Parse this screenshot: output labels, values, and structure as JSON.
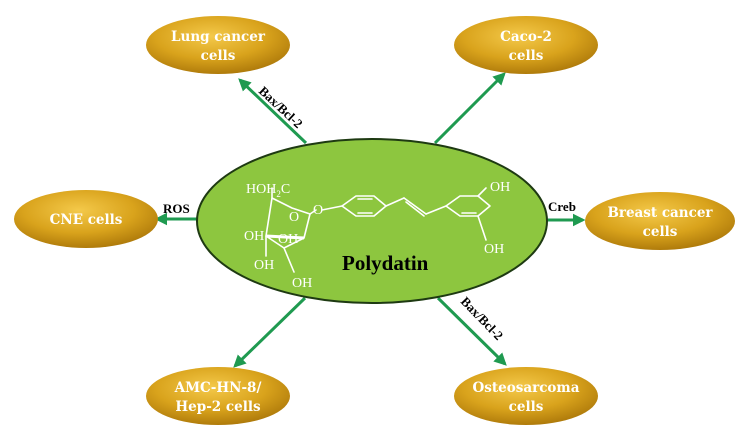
{
  "colors": {
    "node_fill": "#c89010",
    "node_highlight": "#f2c340",
    "center_fill": "#8dc63f",
    "arrow": "#1f9a50"
  },
  "center": {
    "label": "Polydatin",
    "chem_labels": {
      "ch2": "HOH",
      "sub2": "2",
      "c": "C",
      "o_ring": "O",
      "o_link": "O",
      "oh1": "OH",
      "oh2": "OH",
      "oh3": "OH",
      "oh4": "OH",
      "oh5": "OH"
    }
  },
  "nodes": {
    "lung": [
      "Lung cancer",
      "cells"
    ],
    "caco": [
      "Caco-2",
      "cells"
    ],
    "cne": [
      "CNE cells"
    ],
    "breast": [
      "Breast cancer",
      "cells"
    ],
    "amc": [
      "AMC-HN-8/",
      "Hep-2 cells"
    ],
    "osteo": [
      "Osteosarcoma",
      "cells"
    ]
  },
  "edge_labels": {
    "lung": "Bax/Bcl-2",
    "cne": "ROS",
    "breast": "Creb",
    "osteo": "Bax/Bcl-2"
  }
}
